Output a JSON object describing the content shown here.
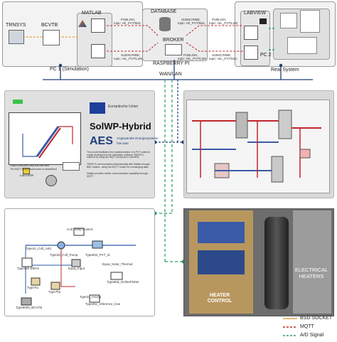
{
  "top": {
    "trnsys": "TRNSYS",
    "bcvtb": "BCVTB",
    "matlab": "MATLAB",
    "database": "DATABASE",
    "broker": "BROKER",
    "raspberry": "RASPBERRY PI",
    "labview": "LABVIEW",
    "pc1": "PC 1 (Simulation)",
    "pc2": "PC 2",
    "real_system": "Real System",
    "wan": "WAN/LAN",
    "publish_left": "PUBLISH,",
    "topic_left_pub": "topic: Hil_PVT/M2L",
    "subscribe_left": "SUBSCRIBE,",
    "topic_left_sub": "topic: HiL_PVT/L2M",
    "subscribe_mid": "SUBSCRIBE,",
    "topic_mid_sub": "topic: Hil_PVT/M2L",
    "publish_mid": "PUBLISH,",
    "topic_mid_pub": "topic: HiL_PVT/L2M",
    "publish_right": "PUBLISH,",
    "topic_right_pub": "topic: HiL_PVT/L2M",
    "subscribe_right": "SUBSCRIBE,",
    "topic_right_sub": "topic: HiL_PVT/M2L"
  },
  "left_panel": {
    "eu": "Europäische Union",
    "solwp": "SolWP-Hybrid",
    "aes_title": "AES",
    "aes_sub": "Angewandte Energiesysteme",
    "htw": "htw saar",
    "labview_small": "LabVIEW",
    "desc1": "This model facilitates the implementation of a PVT collector model developed in the simulation software TRNSYS, solution by using the MQTT protocol in LabVIEW.",
    "desc2": "TRNSYS communicates bidirectionally with Matlab through BBC toolbox, using the MQTT broker for exchanging data.",
    "desc3": "Matlab provides further communication capability through MQTT.",
    "state1": "Output simulation step and start time",
    "state2": "The MQTT broker connection is established"
  },
  "bottom_left": {
    "coll_pump_control": "Coll Pump Control",
    "type_coll": "Type31_Coll_cold",
    "type_pump": "Type3d_Coll_Pump",
    "type_pvt": "Type832_PVT_id",
    "equa_solar": "Equa_Solar_Thermal",
    "type_eva": "Type14h-EMV2",
    "equa_input": "Equa_Input",
    "type_tu": "Type7tu",
    "type_ftu": "Type7ftu",
    "type_hourly": "Type24_Hourly",
    "type_online": "Type65d_OnlinePlotter",
    "type_bcvtb": "Type6000_BCVTB",
    "type_sub": "Type25c_reference_lose"
  },
  "bottom_right": {
    "electrical_heaters": "ELECTRICAL HEATERS",
    "heater_control": "HEATER CONTROL"
  },
  "legend": {
    "bsd": "BSD SOCKET",
    "mqtt": "MQTT",
    "ad": "A/D Signal"
  },
  "colors": {
    "bsd": "#e8a33d",
    "mqtt": "#c0272d",
    "ad": "#2a9d5c",
    "lan": "#1f3d7a"
  }
}
